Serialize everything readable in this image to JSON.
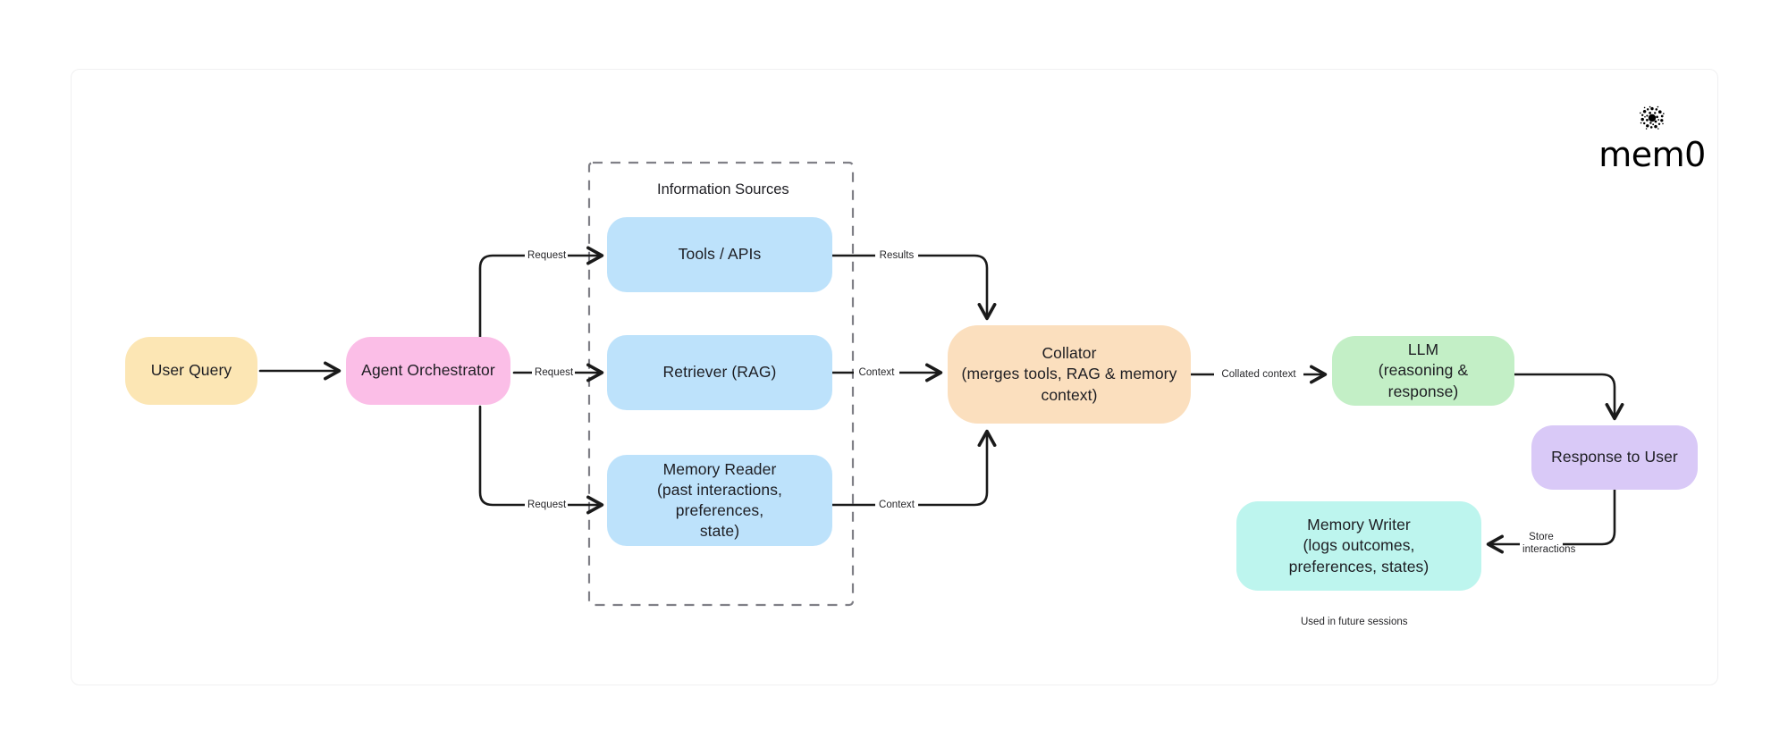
{
  "brand": {
    "wordmark": "mem0",
    "mark_icon": "mem0-dot-cluster-icon"
  },
  "diagram": {
    "title": "Agent memory architecture flow",
    "group_box": {
      "label": "Information Sources",
      "style": "dashed"
    },
    "nodes": [
      {
        "id": "user-query",
        "label": "User Query",
        "color": "#FCE6B4"
      },
      {
        "id": "orchestrator",
        "label": "Agent Orchestrator",
        "color": "#FBBEE7"
      },
      {
        "id": "tools",
        "label": "Tools / APIs",
        "color": "#BDE2FB"
      },
      {
        "id": "retriever",
        "label": "Retriever (RAG)",
        "color": "#BDE2FB"
      },
      {
        "id": "memory-reader",
        "label": "Memory Reader\n(past interactions, preferences, state)",
        "color": "#BDE2FB"
      },
      {
        "id": "collator",
        "label": "Collator\n(merges tools, RAG & memory context)",
        "color": "#FBDFBE"
      },
      {
        "id": "llm",
        "label": "LLM\n(reasoning & response)",
        "color": "#C3EFC6"
      },
      {
        "id": "response",
        "label": "Response to User",
        "color": "#D9C9F7"
      },
      {
        "id": "memory-writer",
        "label": "Memory Writer\n(logs outcomes, preferences, states)",
        "color": "#BDF5EE"
      }
    ],
    "node_labels": {
      "user_query": "User Query",
      "orchestrator": "Agent Orchestrator",
      "tools": "Tools / APIs",
      "retriever": "Retriever (RAG)",
      "memory_reader_line1": "Memory Reader",
      "memory_reader_line2": "(past interactions, preferences,",
      "memory_reader_line3": "state)",
      "collator_line1": "Collator",
      "collator_line2": "(merges tools, RAG & memory",
      "collator_line3": "context)",
      "llm_line1": "LLM",
      "llm_line2": "(reasoning & response)",
      "response": "Response to User",
      "memory_writer_line1": "Memory Writer",
      "memory_writer_line2": "(logs outcomes,",
      "memory_writer_line3": "preferences, states)"
    },
    "edges": [
      {
        "id": "e1",
        "from": "user-query",
        "to": "orchestrator",
        "label": ""
      },
      {
        "id": "e2",
        "from": "orchestrator",
        "to": "tools",
        "label": "Request"
      },
      {
        "id": "e3",
        "from": "orchestrator",
        "to": "retriever",
        "label": "Request"
      },
      {
        "id": "e4",
        "from": "orchestrator",
        "to": "memory-reader",
        "label": "Request"
      },
      {
        "id": "e5",
        "from": "tools",
        "to": "collator",
        "label": "Results"
      },
      {
        "id": "e6",
        "from": "retriever",
        "to": "collator",
        "label": "Context"
      },
      {
        "id": "e7",
        "from": "memory-reader",
        "to": "collator",
        "label": "Context"
      },
      {
        "id": "e8",
        "from": "collator",
        "to": "llm",
        "label": "Collated context"
      },
      {
        "id": "e9",
        "from": "llm",
        "to": "response",
        "label": ""
      },
      {
        "id": "e10",
        "from": "response",
        "to": "memory-writer",
        "label": "Store interactions"
      }
    ],
    "edge_labels": {
      "request_tools": "Request",
      "request_retriever": "Request",
      "request_memory": "Request",
      "results": "Results",
      "context_retriever": "Context",
      "context_memory": "Context",
      "collated_context": "Collated context",
      "store_interactions_line1": "Store",
      "store_interactions_line2": "interactions"
    },
    "notes": {
      "future_sessions": "Used in future sessions"
    },
    "colors": {
      "stroke": "#1a1a1a",
      "group_dash": "#808087",
      "canvas_border": "#f0f0f1",
      "text": "#1d1d22"
    }
  }
}
